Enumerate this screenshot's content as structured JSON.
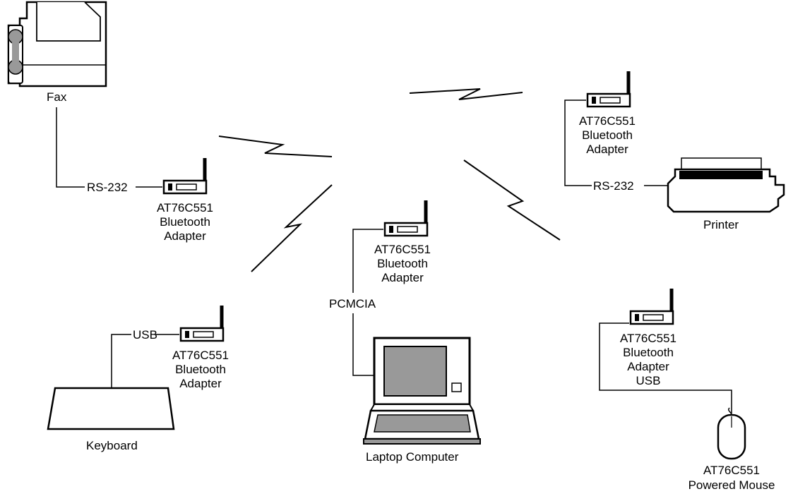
{
  "devices": {
    "fax": {
      "label": "Fax",
      "connection": "RS-232"
    },
    "printer": {
      "label": "Printer",
      "connection": "RS-232"
    },
    "keyboard": {
      "label": "Keyboard",
      "connection": "USB"
    },
    "laptop": {
      "label": "Laptop Computer",
      "connection": "PCMCIA"
    },
    "mouse": {
      "label_line1": "AT76C551",
      "label_line2": "Powered Mouse",
      "connection": "USB"
    }
  },
  "adapter": {
    "line1": "AT76C551",
    "line2": "Bluetooth",
    "line3": "Adapter"
  },
  "icons": [
    "fax-icon",
    "printer-icon",
    "keyboard-icon",
    "laptop-icon",
    "mouse-icon",
    "bluetooth-adapter-icon",
    "wireless-link-icon"
  ]
}
